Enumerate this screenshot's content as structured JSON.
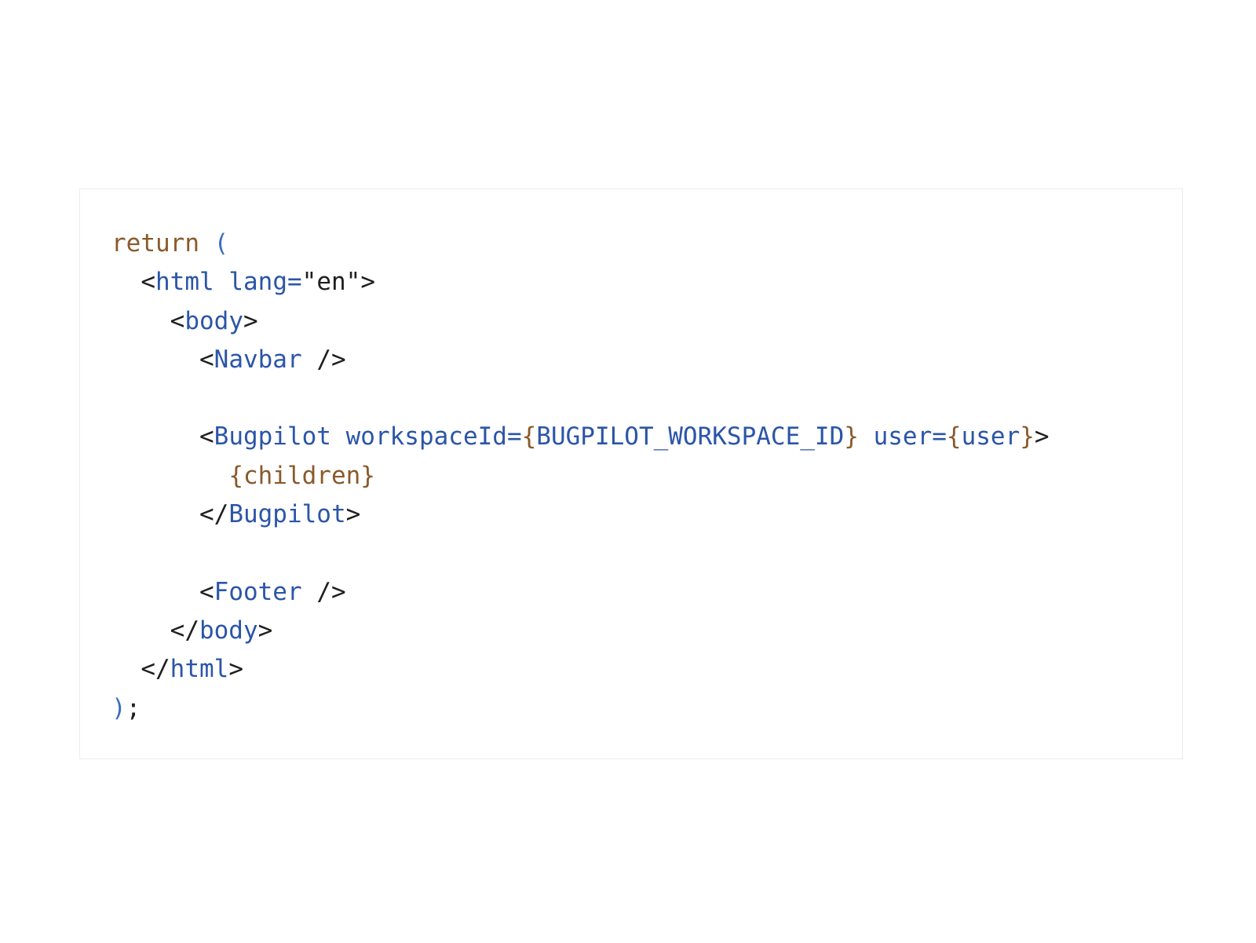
{
  "colors": {
    "keyword": "#8a5a2b",
    "brace": "#8a5a2b",
    "paren": "#3d6cc0",
    "tag": "#2b55a8",
    "attr": "#2b55a8",
    "punct": "#1f1f1f",
    "string": "#1f1f1f",
    "plain": "#1f1f1f",
    "card_border": "#ececec",
    "background": "#ffffff"
  },
  "code": {
    "lines": [
      [
        {
          "t": "return",
          "c": "keyword"
        },
        {
          "t": " ",
          "c": "plain"
        },
        {
          "t": "(",
          "c": "paren"
        }
      ],
      [
        {
          "t": "  ",
          "c": "plain"
        },
        {
          "t": "<",
          "c": "punct"
        },
        {
          "t": "html",
          "c": "tag"
        },
        {
          "t": " ",
          "c": "plain"
        },
        {
          "t": "lang",
          "c": "attr"
        },
        {
          "t": "=",
          "c": "attr"
        },
        {
          "t": "\"en\"",
          "c": "string"
        },
        {
          "t": ">",
          "c": "punct"
        }
      ],
      [
        {
          "t": "    ",
          "c": "plain"
        },
        {
          "t": "<",
          "c": "punct"
        },
        {
          "t": "body",
          "c": "tag"
        },
        {
          "t": ">",
          "c": "punct"
        }
      ],
      [
        {
          "t": "      ",
          "c": "plain"
        },
        {
          "t": "<",
          "c": "punct"
        },
        {
          "t": "Navbar",
          "c": "tag"
        },
        {
          "t": " ",
          "c": "plain"
        },
        {
          "t": "/>",
          "c": "punct"
        }
      ],
      [],
      [
        {
          "t": "      ",
          "c": "plain"
        },
        {
          "t": "<",
          "c": "punct"
        },
        {
          "t": "Bugpilot",
          "c": "tag"
        },
        {
          "t": " ",
          "c": "plain"
        },
        {
          "t": "workspaceId",
          "c": "attr"
        },
        {
          "t": "=",
          "c": "attr"
        },
        {
          "t": "{",
          "c": "brace"
        },
        {
          "t": "BUGPILOT_WORKSPACE_ID",
          "c": "tag"
        },
        {
          "t": "}",
          "c": "brace"
        },
        {
          "t": " ",
          "c": "plain"
        },
        {
          "t": "user",
          "c": "attr"
        },
        {
          "t": "=",
          "c": "attr"
        },
        {
          "t": "{",
          "c": "brace"
        },
        {
          "t": "user",
          "c": "tag"
        },
        {
          "t": "}",
          "c": "brace"
        },
        {
          "t": ">",
          "c": "punct"
        }
      ],
      [
        {
          "t": "        ",
          "c": "plain"
        },
        {
          "t": "{children}",
          "c": "brace"
        }
      ],
      [
        {
          "t": "      ",
          "c": "plain"
        },
        {
          "t": "</",
          "c": "punct"
        },
        {
          "t": "Bugpilot",
          "c": "tag"
        },
        {
          "t": ">",
          "c": "punct"
        }
      ],
      [],
      [
        {
          "t": "      ",
          "c": "plain"
        },
        {
          "t": "<",
          "c": "punct"
        },
        {
          "t": "Footer",
          "c": "tag"
        },
        {
          "t": " ",
          "c": "plain"
        },
        {
          "t": "/>",
          "c": "punct"
        }
      ],
      [
        {
          "t": "    ",
          "c": "plain"
        },
        {
          "t": "</",
          "c": "punct"
        },
        {
          "t": "body",
          "c": "tag"
        },
        {
          "t": ">",
          "c": "punct"
        }
      ],
      [
        {
          "t": "  ",
          "c": "plain"
        },
        {
          "t": "</",
          "c": "punct"
        },
        {
          "t": "html",
          "c": "tag"
        },
        {
          "t": ">",
          "c": "punct"
        }
      ],
      [
        {
          "t": ")",
          "c": "paren"
        },
        {
          "t": ";",
          "c": "punct"
        }
      ]
    ]
  }
}
